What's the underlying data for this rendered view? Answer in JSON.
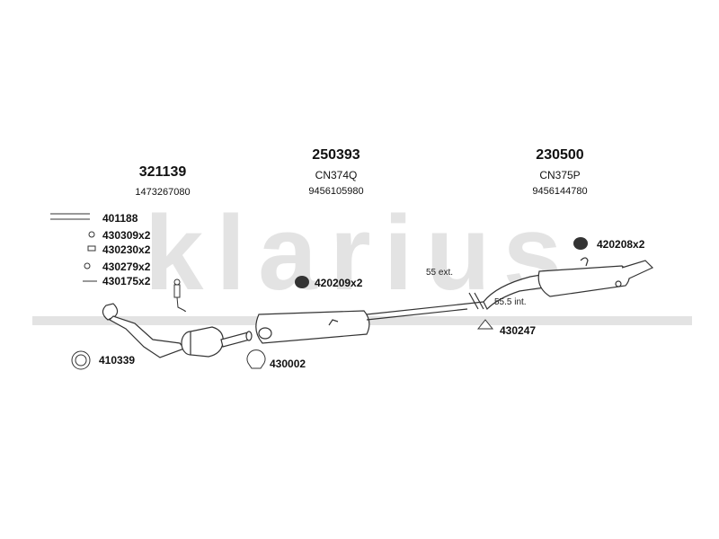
{
  "brand": {
    "watermark": "klarius"
  },
  "components": [
    {
      "part_no": "321139",
      "oe_no": "1473267080"
    },
    {
      "part_no": "250393",
      "oe_code": "CN374Q",
      "oe_no": "9456105980"
    },
    {
      "part_no": "230500",
      "oe_code": "CN375P",
      "oe_no": "9456144780"
    }
  ],
  "accessories": [
    {
      "label": "401188"
    },
    {
      "label": "430309x2"
    },
    {
      "label": "430230x2"
    },
    {
      "label": "430279x2"
    },
    {
      "label": "430175x2"
    },
    {
      "label": "410339"
    },
    {
      "label": "430002"
    },
    {
      "label": "420209x2"
    },
    {
      "label": "430247"
    },
    {
      "label": "420208x2"
    }
  ],
  "dimensions": {
    "ext": "55 ext.",
    "int": "55.5 int."
  },
  "colors": {
    "watermark": "#e3e3e3",
    "line": "#333333"
  }
}
